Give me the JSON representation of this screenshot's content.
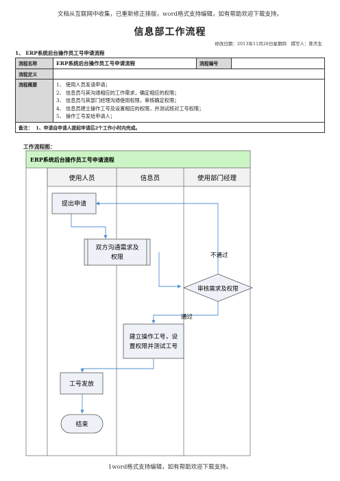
{
  "header_note": "文档从互联网中收集，已重新修正排版，word格式支持编辑，如有帮助欢迎下载支持。",
  "title": "信息部工作流程",
  "meta": "修改日期：2013年11月28日星期四　撰写人：陈杰生",
  "section_heading": "1、 ERP系统后台操作员工号申请流程",
  "table": {
    "name_label": "流程名称",
    "name_value": "ERP系统后台操作员工号申请流程",
    "number_label": "流程编号",
    "number_value": "",
    "definition_label": "流程定义",
    "definition_value": "",
    "summary_label": "流程概要",
    "summary_items": [
      "1、 使用人员发请申请；",
      "2、 信息员与其沟通相应的工作需求，确定相应的权限；",
      "3、 信息员与其部门经理沟通使用权限，审核确定权限；",
      "4、 信息员建立操作工号及设置相应的权限，并测试核对工号权限；",
      "5、 操作工号发给申请人；"
    ],
    "note_label": "备注：",
    "note_text": "1、申请自申请人提起申请后2个工作小时内完成。"
  },
  "flow_label": "工作流程图：",
  "flowchart": {
    "title": "ERP系统后台操作员工号申请流程",
    "lanes": [
      "使用人员",
      "信息员",
      "使用部门经理"
    ],
    "nodes": {
      "apply": "提出申请",
      "communicate_line1": "双方沟通需求及",
      "communicate_line2": "权限",
      "review": "审核需求及权限",
      "create_line1": "建立操作工号，设",
      "create_line2": "置权限并测试工号",
      "issue": "工号发放",
      "end": "结束"
    },
    "labels": {
      "reject": "不通过",
      "pass": "通过"
    },
    "colors": {
      "header_fill": "#ccf5c5",
      "node_fill": "#eef2f8",
      "node_stroke": "#555555",
      "connector": "#4f8fd4"
    }
  },
  "footer": "1word格式支持编辑，如有帮助欢迎下载支持。"
}
